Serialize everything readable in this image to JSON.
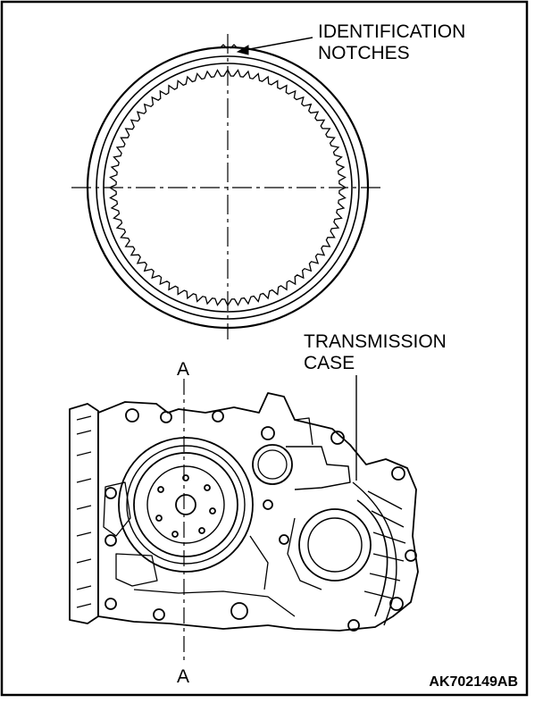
{
  "labels": {
    "identification_line1": "IDENTIFICATION",
    "identification_line2": "NOTCHES",
    "transmission_line1": "TRANSMISSION",
    "transmission_line2": "CASE",
    "section_top": "A",
    "section_bottom": "A",
    "figure_code": "AK702149AB"
  }
}
